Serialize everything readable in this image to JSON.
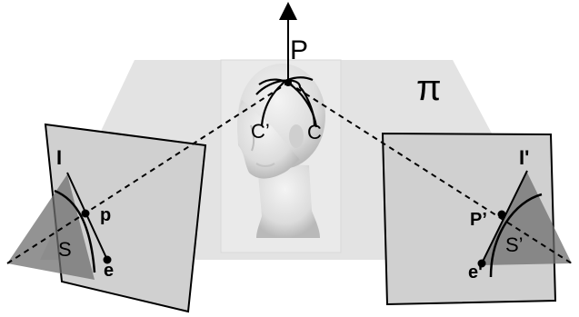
{
  "labels": {
    "P": "P",
    "pi": "π",
    "C_prime": "C’",
    "C": "C",
    "I_left": "I",
    "p_left": "p",
    "S_left": "S",
    "e_left": "e",
    "I_right": "I'",
    "P_prime": "P’",
    "S_prime": "S’",
    "e_prime": "e'"
  },
  "colors": {
    "background": "#ffffff",
    "epipolar_plane": "#e3e3e3",
    "image_planes": "#cfcfcf",
    "cones": "#6f6f6f",
    "head": "#e8e8e8",
    "lines": "#000000"
  }
}
